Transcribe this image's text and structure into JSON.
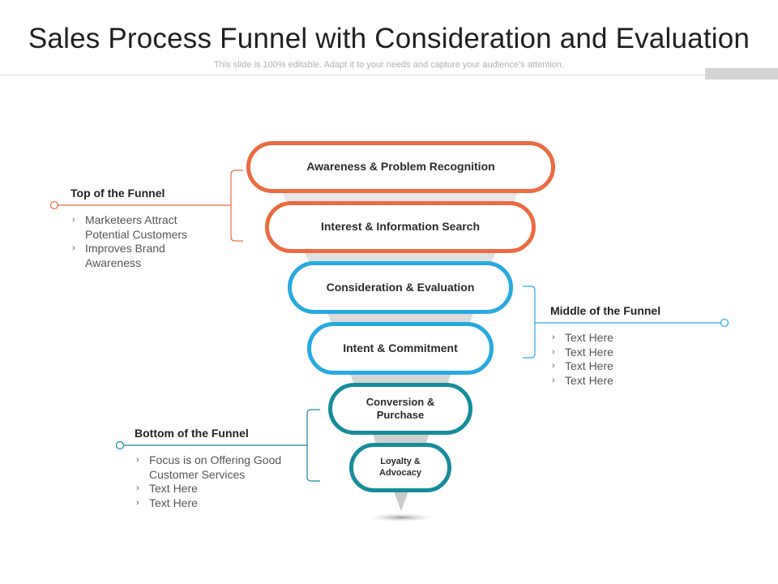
{
  "header": {
    "title": "Sales Process Funnel with Consideration and Evaluation",
    "subtitle": "This slide is 100% editable. Adapt it to your needs and capture your audience’s attention."
  },
  "funnel": {
    "stages": [
      {
        "label": "Awareness & Problem Recognition",
        "color": "#ec6a3f"
      },
      {
        "label": "Interest & Information Search",
        "color": "#ec6a3f"
      },
      {
        "label": "Consideration & Evaluation",
        "color": "#27a9e1"
      },
      {
        "label": "Intent & Commitment",
        "color": "#27a9e1"
      },
      {
        "label": "Conversion & Purchase",
        "color": "#168c9d"
      },
      {
        "label": "Loyalty & Advocacy",
        "color": "#168c9d"
      }
    ]
  },
  "sections": {
    "top": {
      "title": "Top of the Funnel",
      "color": "#ec6a3f",
      "bullets": [
        "Marketeers Attract Potential Customers",
        "Improves Brand Awareness"
      ]
    },
    "middle": {
      "title": "Middle of the Funnel",
      "color": "#27a9e1",
      "bullets": [
        "Text Here",
        "Text Here",
        "Text Here",
        "Text Here"
      ]
    },
    "bottom": {
      "title": "Bottom of the Funnel",
      "color": "#168c9d",
      "bullets": [
        "Focus is on Offering Good Customer Services",
        "Text Here",
        "Text Here"
      ]
    }
  }
}
